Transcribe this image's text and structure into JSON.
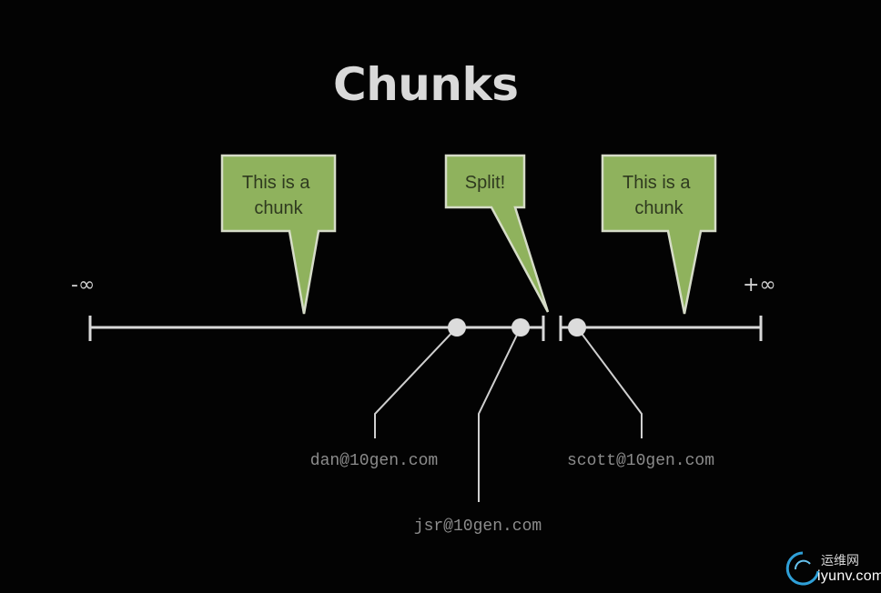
{
  "slide": {
    "title": "Chunks"
  },
  "callouts": [
    {
      "lines": [
        "This is a",
        "chunk"
      ]
    },
    {
      "lines": [
        "Split!"
      ]
    },
    {
      "lines": [
        "This is a",
        "chunk"
      ]
    }
  ],
  "axis": {
    "min_label": "-∞",
    "max_label": "+∞"
  },
  "keys": [
    {
      "email": "dan@10gen.com"
    },
    {
      "email": "jsr@10gen.com"
    },
    {
      "email": "scott@10gen.com"
    }
  ],
  "watermark": {
    "cn": "运维网",
    "en": "iyunv.com"
  },
  "colors": {
    "background": "#030303",
    "callout_fill": "#8fb25d",
    "callout_border": "#d6dcc8",
    "axis_line": "#d8d8d8",
    "key_text": "#8c8c8c"
  }
}
